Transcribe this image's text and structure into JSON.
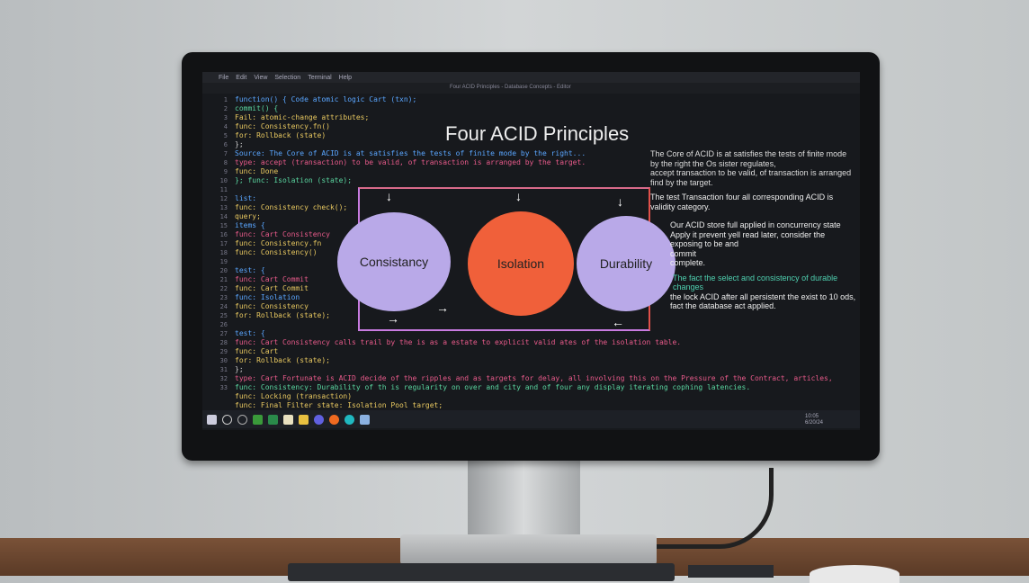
{
  "window": {
    "menu": [
      "File",
      "Edit",
      "View",
      "Selection",
      "Terminal",
      "Help"
    ],
    "tab_title": "Four ACID Principles - Database Concepts - Editor"
  },
  "editor": {
    "line_numbers": [
      "1",
      "2",
      "3",
      "4",
      "5",
      "6",
      "7",
      "8",
      "9",
      "10",
      "11",
      "12",
      "13",
      "14",
      "15",
      "16",
      "17",
      "18",
      "19",
      "20",
      "21",
      "22",
      "23",
      "24",
      "25",
      "26",
      "27",
      "28",
      "29",
      "30",
      "31",
      "32",
      "33"
    ],
    "code_lines": [
      {
        "text": "function() { Code atomic logic Cart (txn);",
        "color": "#5aa6ff"
      },
      {
        "text": "  commit() {",
        "color": "#5ad6a0"
      },
      {
        "text": "    Fail: atomic-change attributes;",
        "color": "#e8c860"
      },
      {
        "text": "    func: Consistency.fn()",
        "color": "#e8c860"
      },
      {
        "text": "    for: Rollback (state)",
        "color": "#e8c860"
      },
      {
        "text": "  };",
        "color": "#ccc"
      },
      {
        "text": "Source: The Core of ACID is at satisfies the tests of finite mode by the right...",
        "color": "#5aa6ff"
      },
      {
        "text": "  type: accept (transaction) to be valid, of transaction is arranged by the target.",
        "color": "#e85a8a"
      },
      {
        "text": "  func: Done",
        "color": "#e8c860"
      },
      {
        "text": "}; func: Isolation (state);",
        "color": "#5ad6a0"
      },
      {
        "text": "",
        "color": "#ccc"
      },
      {
        "text": "  list:",
        "color": "#5aa6ff"
      },
      {
        "text": "    func: Consistency check();",
        "color": "#e8c860"
      },
      {
        "text": "    query;",
        "color": "#e8c860"
      },
      {
        "text": "  items {",
        "color": "#5aa6ff"
      },
      {
        "text": "    func: Cart Consistency",
        "color": "#e85a8a"
      },
      {
        "text": "    func: Consistency.fn",
        "color": "#e8c860"
      },
      {
        "text": "    func: Consistency()",
        "color": "#e8c860"
      },
      {
        "text": "",
        "color": "#ccc"
      },
      {
        "text": "  test: {",
        "color": "#5aa6ff"
      },
      {
        "text": "    func: Cart Commit",
        "color": "#e85a8a"
      },
      {
        "text": "    func: Cart Commit",
        "color": "#e8c860"
      },
      {
        "text": "  func: Isolation",
        "color": "#5aa6ff"
      },
      {
        "text": "    func: Consistency",
        "color": "#e8c860"
      },
      {
        "text": "    for: Rollback (state);",
        "color": "#e8c860"
      },
      {
        "text": "",
        "color": "#ccc"
      },
      {
        "text": "  test: {",
        "color": "#5aa6ff"
      },
      {
        "text": "    func: Cart Consistency calls trail by the is as a estate to explicit valid ates of the isolation table.",
        "color": "#e85a8a"
      },
      {
        "text": "    func: Cart",
        "color": "#e8c860"
      },
      {
        "text": "    for: Rollback (state);",
        "color": "#e8c860"
      },
      {
        "text": "  };",
        "color": "#ccc"
      },
      {
        "text": "  type: Cart Fortunate is ACID decide of the ripples and as targets for delay, all involving this on the Pressure of the Contract, articles,",
        "color": "#e85a8a"
      },
      {
        "text": "    func: Consistency: Durability of th is regularity on over and city and of four any display iterating cophing latencies.",
        "color": "#5ad6a0"
      },
      {
        "text": "    func: Locking (transaction)",
        "color": "#e8c860"
      },
      {
        "text": "    func: Final Filter state: Isolation Pool target;",
        "color": "#e8c860"
      }
    ]
  },
  "slide": {
    "title": "Four ACID Principles",
    "description": [
      "The Core of ACID is at satisfies the tests of finite mode by the right the Os sister regulates,",
      "accept transaction to be valid, of transaction is arranged find by the target."
    ],
    "nodes": [
      {
        "label": "Consistancy",
        "color": "#b9a9e8"
      },
      {
        "label": "Isolation",
        "color": "#f0603a"
      },
      {
        "label": "Durability",
        "color": "#b9a9e8"
      }
    ],
    "side_text": {
      "intro": "The test Transaction four all corresponding ACID is validity category.",
      "bullets": [
        "Our ACID store full applied in concurrency state",
        "Apply it prevent yell read later, consider the exposing to be and",
        "commit",
        "complete."
      ],
      "highlight": "The fact the select and consistency of durable changes",
      "bullets2": [
        "the lock ACID after all persistent the exist to 10 ods, fact the database act applied."
      ]
    }
  },
  "taskbar": {
    "tray_time": "10:05",
    "tray_date": "6/20/24"
  }
}
